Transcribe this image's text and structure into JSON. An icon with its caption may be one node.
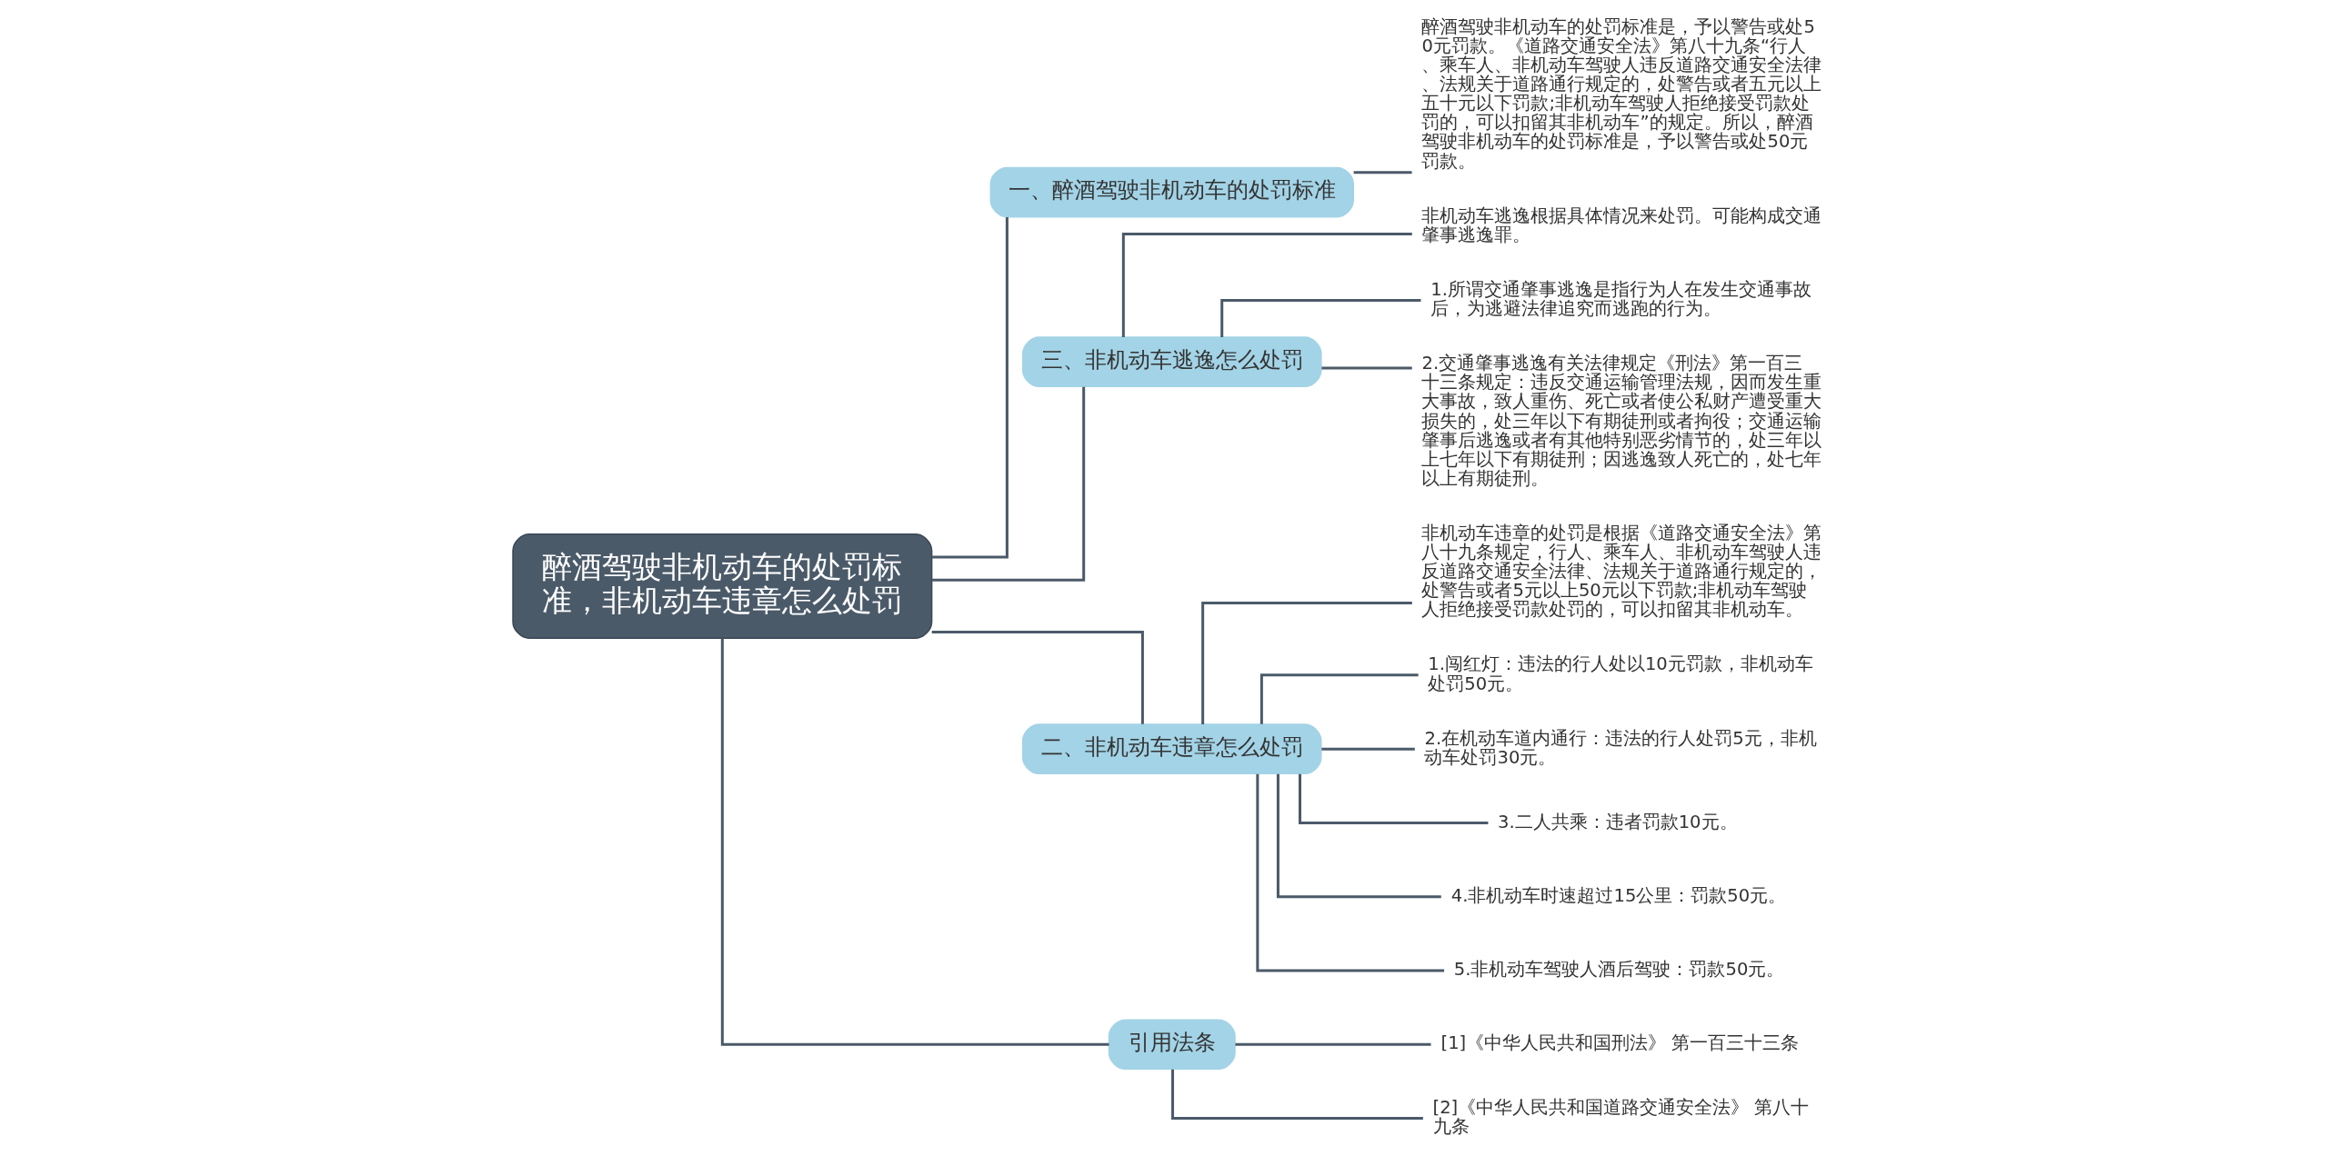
{
  "diagram": {
    "nodes": [
      {
        "text": [
          "醉酒驾驶非机动车的处罚标准，非机动车违章怎么处罚"
        ]
      },
      {
        "text": [
          "一、醉酒驾驶非机动车的处罚标准"
        ]
      },
      {
        "text": [
          "醉酒驾驶非机动车的处罚标准是，予以警告或处50元罚款。《道路交通安全法》第八十九条“行人、乘车人、非机动车驾驶人违反道路交通安全法律、法规关于道路通行规定的，处警告或者五元以上五十元以下罚款;非机动车驾驶人拒绝接受罚款处罚的，可以扣留其非机动车”的规定。所以，醉酒驾驶非机动车的处罚标准是，予以警告或处50元罚款。"
        ]
      },
      {
        "text": [
          "三、非机动车逃逸怎么处罚"
        ]
      },
      {
        "text": [
          "非机动车逃逸根据具体情况来处罚。可能构成交通肇事逃逸罪。"
        ]
      },
      {
        "text": [
          "1.所谓交通肇事逃逸是指行为人在发生交通事故后，为逃避法律追究而逃跑的行为。"
        ]
      },
      {
        "text": [
          "2.交通肇事逃逸有关法律规定《刑法》第一百三十三条规定：违反交通运输管理法规，因而发生重大事故，致人重伤、死亡或者使公私财产遭受重大损失的，处三年以下有期徒刑或者拘役；交通运输肇事后逃逸或者有其他特别恶劣情节的，处三年以上七年以下有期徒刑；因逃逸致人死亡的，处七年以上有期徒刑。"
        ]
      },
      {
        "text": [
          "二、非机动车违章怎么处罚"
        ]
      },
      {
        "text": [
          "非机动车违章的处罚是根据《道路交通安全法》第八十九条规定，行人、乘车人、非机动车驾驶人违反道路交通安全法律、法规关于道路通行规定的，处警告或者5元以上50元以下罚款;非机动车驾驶人拒绝接受罚款处罚的，可以扣留其非机动车。"
        ]
      },
      {
        "text": [
          "1.闯红灯：违法的行人处以10元罚款，非机动车处罚50元。"
        ]
      },
      {
        "text": [
          "2.在机动车道内通行：违法的行人处罚5元，非机动车处罚30元。"
        ]
      },
      {
        "text": [
          "3.二人共乘：违者罚款10元。"
        ]
      },
      {
        "text": [
          "4.非机动车时速超过15公里：罚款50元。"
        ]
      },
      {
        "text": [
          "5.非机动车驾驶人酒后驾驶：罚款50元。"
        ]
      },
      {
        "text": [
          "引用法条"
        ]
      },
      {
        "text": [
          "[1]《中华人民共和国刑法》 第一百三十三条"
        ]
      },
      {
        "text": [
          "[2]《中华人民共和国道路交通安全法》 第八十九条"
        ]
      }
    ],
    "edges": [
      {
        "from": 0,
        "to": 1,
        "arrow": "none"
      },
      {
        "from": 1,
        "to": 2,
        "arrow": "none"
      },
      {
        "from": 0,
        "to": 3,
        "arrow": "none"
      },
      {
        "from": 3,
        "to": 4,
        "arrow": "none"
      },
      {
        "from": 3,
        "to": 5,
        "arrow": "none"
      },
      {
        "from": 3,
        "to": 6,
        "arrow": "none"
      },
      {
        "from": 0,
        "to": 7,
        "arrow": "none"
      },
      {
        "from": 7,
        "to": 8,
        "arrow": "none"
      },
      {
        "from": 7,
        "to": 9,
        "arrow": "none"
      },
      {
        "from": 7,
        "to": 10,
        "arrow": "none"
      },
      {
        "from": 7,
        "to": 11,
        "arrow": "none"
      },
      {
        "from": 7,
        "to": 12,
        "arrow": "none"
      },
      {
        "from": 7,
        "to": 13,
        "arrow": "none"
      },
      {
        "from": 0,
        "to": 14,
        "arrow": "none"
      },
      {
        "from": 14,
        "to": 15,
        "arrow": "none"
      },
      {
        "from": 14,
        "to": 16,
        "arrow": "none"
      }
    ]
  }
}
